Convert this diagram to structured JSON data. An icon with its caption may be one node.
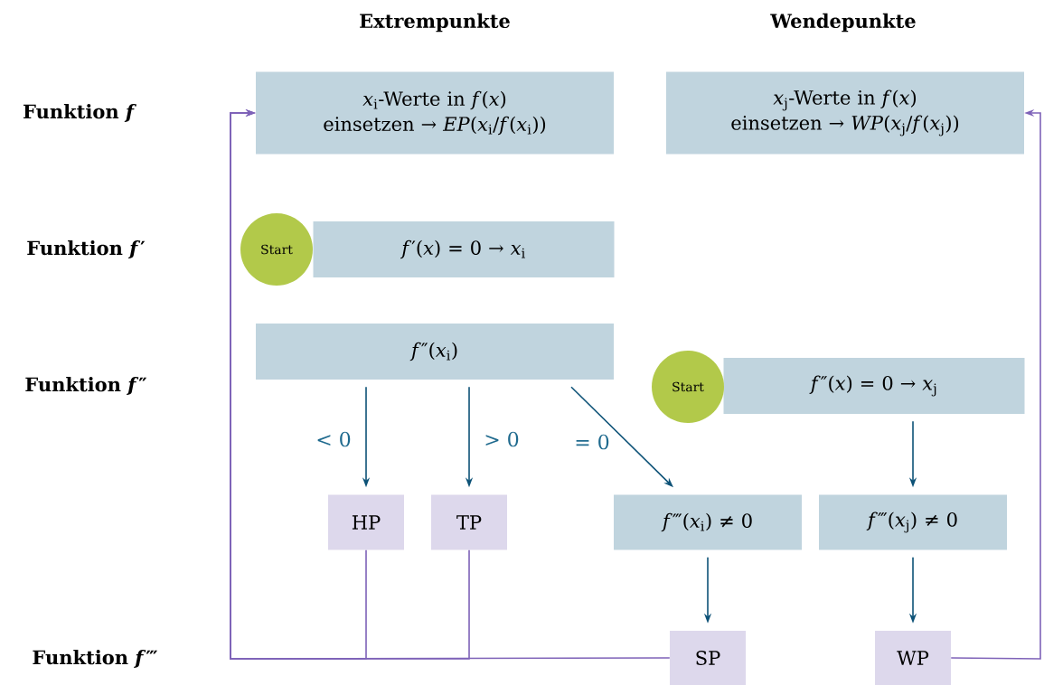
{
  "diagram": {
    "nodes": [
      {
        "text": [
          "*x*$_{i}$-Werte in *f*(*x*) einsetzen → *EP*(*x*$_{i}$/*f*(*x*$_{i}$))"
        ]
      },
      {
        "text": [
          "*x*$_{j}$-Werte in *f*(*x*) einsetzen → *WP*(*x*$_{j}$/*f*(*x*$_{j}$))"
        ]
      },
      {
        "text": [
          "Start"
        ]
      },
      {
        "text": [
          "*f*′(*x*) = 0 → *x*$_{i}$"
        ]
      },
      {
        "text": [
          "*f*″(*x*$_{i}$)"
        ]
      },
      {
        "text": [
          "Start"
        ]
      },
      {
        "text": [
          "*f*″(*x*) = 0 → *x*$_{j}$"
        ]
      },
      {
        "text": [
          "HP"
        ]
      },
      {
        "text": [
          "TP"
        ]
      },
      {
        "text": [
          "*f*‴(*x*$_{i}$) ≠ 0"
        ]
      },
      {
        "text": [
          "*f*‴(*x*$_{j}$) ≠ 0"
        ]
      },
      {
        "text": [
          "SP"
        ]
      },
      {
        "text": [
          "WP"
        ]
      }
    ],
    "edges": [
      {
        "from": 4,
        "to": 7,
        "arrow": "to",
        "label": "< 0"
      },
      {
        "from": 4,
        "to": 8,
        "arrow": "to",
        "label": "> 0"
      },
      {
        "from": 4,
        "to": 9,
        "arrow": "to",
        "label": "= 0"
      },
      {
        "from": 6,
        "to": 10,
        "arrow": "to"
      },
      {
        "from": 9,
        "to": 11,
        "arrow": "to"
      },
      {
        "from": 10,
        "to": 12,
        "arrow": "to"
      },
      {
        "from": 7,
        "to": 0,
        "arrow": "to",
        "color": "#7e62b8"
      },
      {
        "from": 8,
        "to": 0,
        "arrow": "to",
        "color": "#7e62b8"
      },
      {
        "from": 11,
        "to": 0,
        "arrow": "to",
        "color": "#7e62b8"
      },
      {
        "from": 12,
        "to": 1,
        "arrow": "to",
        "color": "#7e62b8"
      }
    ],
    "labels": [
      "Extrempunkte",
      "Wendepunkte",
      "Funktion *f*",
      "Funktion *f*′",
      "Funktion *f*″",
      "Funktion *f*‴"
    ]
  }
}
